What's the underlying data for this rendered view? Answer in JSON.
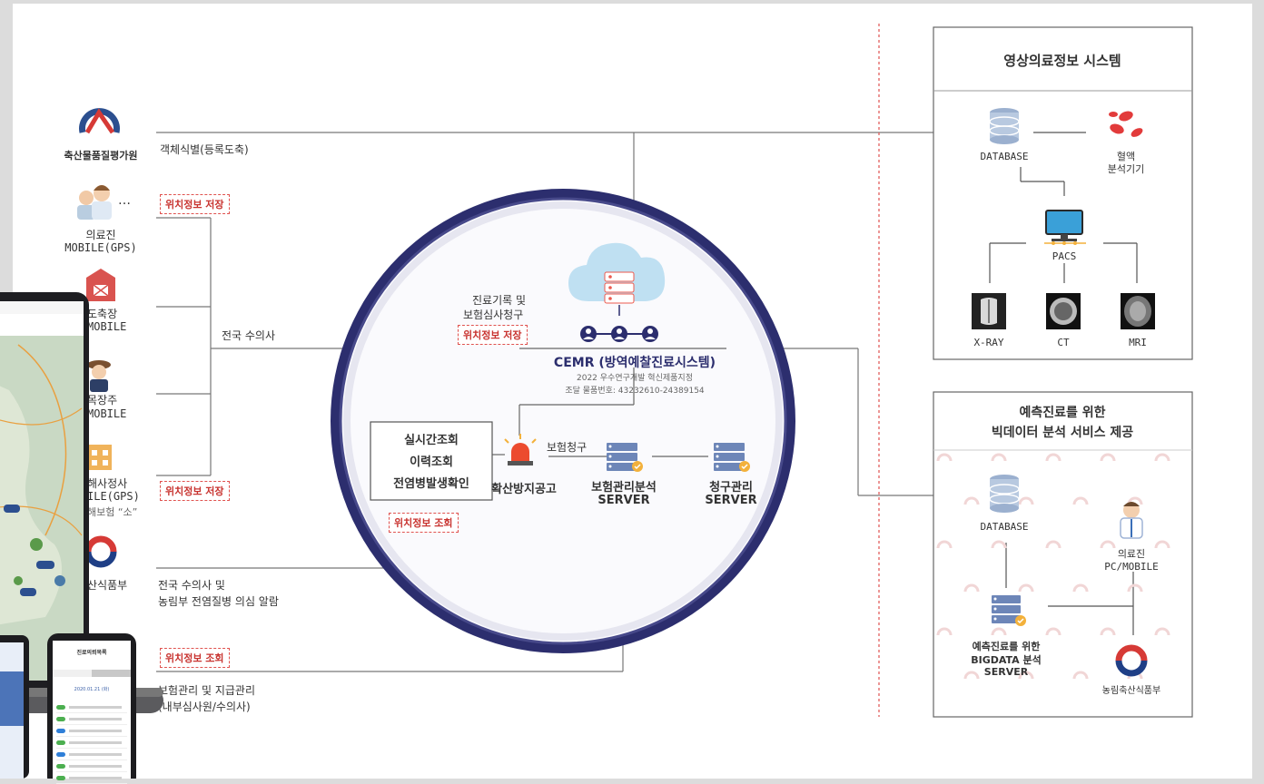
{
  "left": {
    "org": "축산물품질평가원",
    "vet_label": "의료진",
    "vet_sub": "MOBILE(GPS)",
    "farm_label": "도축장",
    "farm_sub": "MOBILE",
    "owner_label": "목장주",
    "owner_sub": "MOBILE",
    "assess_label": "해사정사",
    "assess_sub": "ILE(GPS)",
    "assess_note": "해보험 “소”",
    "ministry_label": "산식품부",
    "ellipsis": "…"
  },
  "connectors": {
    "id_register": "객체식별(등록도축)",
    "nationwide_vets": "전국 수의사",
    "alert_line1": "전국 수의사 및",
    "alert_line2": "농림부 전염질병 의심 알람",
    "insurance_line1": "보험관리 및 지급관리",
    "insurance_line2": "(내부심사원/수의사)"
  },
  "tags": {
    "location_save": "위치정보 저장",
    "location_query": "위치정보 조회"
  },
  "center": {
    "records_line1": "진료기록 및",
    "records_line2": "보험심사청구",
    "title": "CEMR (방역예찰진료시스템)",
    "sub1": "2022 우수연구개발 혁신제품지정",
    "sub2": "조달 물품번호: 43232610-24389154",
    "query_lines": [
      "실시간조회",
      "이력조회",
      "전염병발생확인"
    ],
    "spread_notice": "확산방지공고",
    "claim_label": "보험청구",
    "server1_line1": "보험관리분석",
    "server1_line2": "SERVER",
    "server2_line1": "청구관리",
    "server2_line2": "SERVER"
  },
  "right_top": {
    "title": "영상의료정보 시스템",
    "database": "DATABASE",
    "blood_line1": "혈액",
    "blood_line2": "분석기기",
    "pacs": "PACS",
    "xray": "X-RAY",
    "ct": "CT",
    "mri": "MRI"
  },
  "right_bottom": {
    "title_line1": "예측진료를 위한",
    "title_line2": "빅데이터 분석 서비스 제공",
    "database": "DATABASE",
    "doctor_line1": "의료진",
    "doctor_line2": "PC/MOBILE",
    "bigdata_line1": "예측진료를 위한",
    "bigdata_line2": "BIGDATA 분석",
    "bigdata_line3": "SERVER",
    "ministry": "농림축산식품부"
  },
  "phone": {
    "title": "진료의뢰목록",
    "date": "2020.01.21 (화)"
  },
  "colors": {
    "navy": "#2c2e6e",
    "red_dash": "#e0524f",
    "text_dark": "#333333",
    "server_blue": "#6d86b8",
    "accent_orange": "#f3b13b"
  }
}
